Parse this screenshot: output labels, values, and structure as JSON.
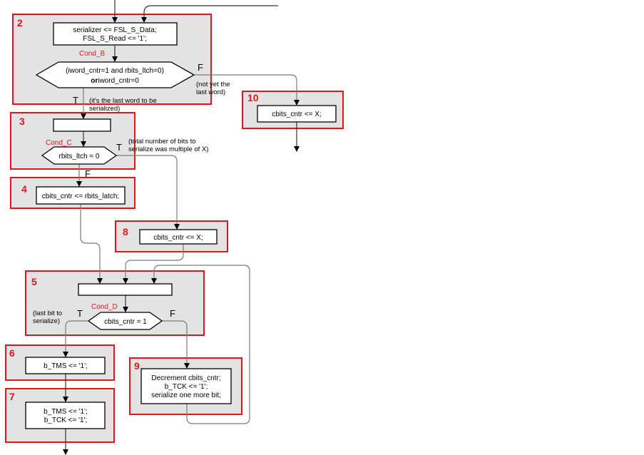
{
  "blocks": {
    "b2": {
      "number": "2",
      "action_line1": "serializer <= FSL_S_Data;",
      "action_line2": "FSL_S_Read <= '1';",
      "cond_label": "Cond_B",
      "decision_line1": "(iword_cntr=1 and rbits_ltch=0)",
      "decision_line2_bold": "or",
      "decision_line2_rest": "iword_cntr=0",
      "true_label": "T",
      "false_label": "F",
      "true_note_line1": "(it's the last word to be",
      "true_note_line2": "serialized)",
      "false_note_line1": "(not yet the",
      "false_note_line2": "last word)"
    },
    "b3": {
      "number": "3",
      "cond_label": "Cond_C",
      "decision": "rbits_ltch = 0",
      "true_label": "T",
      "false_label": "F",
      "true_note_line1": "(total number of bits to",
      "true_note_line2": "serialize was multiple of X)"
    },
    "b4": {
      "number": "4",
      "action": "cbits_cntr <= rbits_latch;"
    },
    "b5": {
      "number": "5",
      "cond_label": "Cond_D",
      "decision": "cbits_cntr = 1",
      "true_label": "T",
      "false_label": "F",
      "true_note_line1": "(last bit to",
      "true_note_line2": "serialize)"
    },
    "b6": {
      "number": "6",
      "action": "b_TMS <= '1';"
    },
    "b7": {
      "number": "7",
      "action_line1": "b_TMS <= '1';",
      "action_line2": "b_TCK <= '1';"
    },
    "b8": {
      "number": "8",
      "action": "cbits_cntr <= X;"
    },
    "b9": {
      "number": "9",
      "action_line1": "Decrement cbits_cntr;",
      "action_line2": "b_TCK <= '1';",
      "action_line3": "serialize one more bit;"
    },
    "b10": {
      "number": "10",
      "action": "cbits_cntr <= X;"
    }
  },
  "colors": {
    "block_border": "#e0161c",
    "block_fill": "#e3e3e3",
    "wire": "#7a7a7a"
  }
}
